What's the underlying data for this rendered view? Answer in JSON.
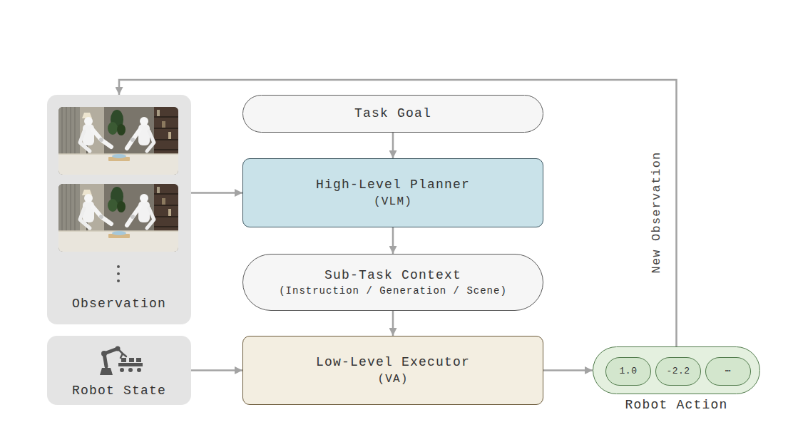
{
  "diagram": {
    "nodes": [
      {
        "text": [
          "Observation"
        ]
      },
      {
        "text": [
          "Robot State"
        ]
      },
      {
        "text": [
          "Task Goal"
        ]
      },
      {
        "text": [
          "High-Level Planner",
          "(VLM)"
        ]
      },
      {
        "text": [
          "Sub-Task Context",
          "(Instruction / Generation / Scene)"
        ]
      },
      {
        "text": [
          "Low-Level Executor",
          "(VA)"
        ]
      },
      {
        "text": [
          "Robot Action"
        ]
      },
      {
        "text": [
          "1.0"
        ],
        "in": 6
      },
      {
        "text": [
          "-2.2"
        ],
        "in": 6
      },
      {
        "text": [
          "⋯"
        ],
        "in": 6
      }
    ],
    "edges": [
      {
        "from": 0,
        "to": 3,
        "arrow": "to"
      },
      {
        "from": 2,
        "to": 3,
        "arrow": "to"
      },
      {
        "from": 3,
        "to": 4,
        "arrow": "to"
      },
      {
        "from": 4,
        "to": 5,
        "arrow": "to"
      },
      {
        "from": 1,
        "to": 5,
        "arrow": "to"
      },
      {
        "from": 5,
        "to": 6,
        "arrow": "to"
      },
      {
        "from": 6,
        "to": 0,
        "label": "New Observation",
        "arrow": "to"
      }
    ]
  }
}
